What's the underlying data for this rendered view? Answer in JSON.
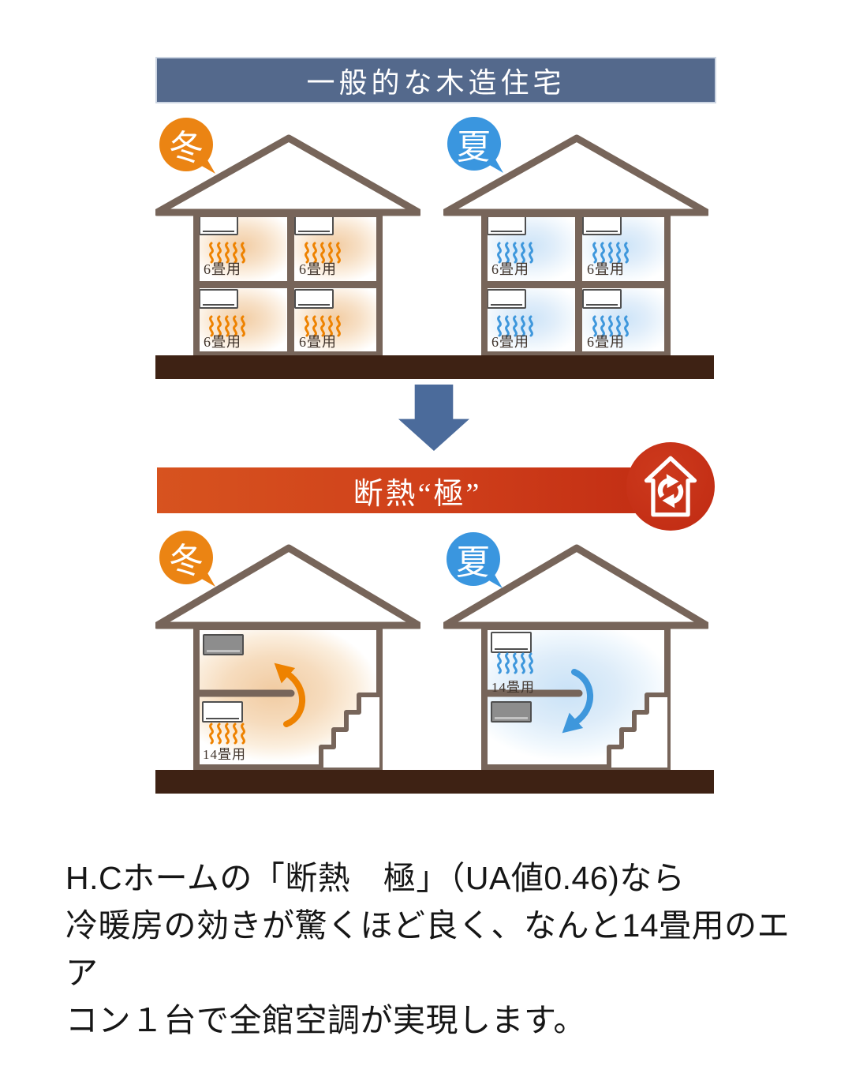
{
  "header_banner": {
    "title": "一般的な木造住宅"
  },
  "kiwami_banner": {
    "title": "断熱“極”"
  },
  "badges": {
    "winter": "冬",
    "summer": "夏"
  },
  "conventional": {
    "winter_rooms": [
      {
        "label": "6畳用"
      },
      {
        "label": "6畳用"
      },
      {
        "label": "6畳用"
      },
      {
        "label": "6畳用"
      }
    ],
    "summer_rooms": [
      {
        "label": "6畳用"
      },
      {
        "label": "6畳用"
      },
      {
        "label": "6畳用"
      },
      {
        "label": "6畳用"
      }
    ]
  },
  "kiwami": {
    "winter_ac_label": "14畳用",
    "summer_ac_label": "14畳用"
  },
  "caption": {
    "lines": [
      "H.Cホームの「断熱　極」（UA値0.46)なら",
      "冷暖房の効きが驚くほど良く、なんと14畳用のエア",
      "コン１台で全館空調が実現します。"
    ]
  },
  "icons": {
    "down_arrow": "transition-down-arrow",
    "circulation": "air-circulation-house",
    "heat_waves": "heat-airflow",
    "cool_waves": "cool-airflow"
  },
  "colors": {
    "header_banner_bg": "#54698c",
    "kiwami_banner_left": "#d7531f",
    "kiwami_banner_right": "#c12c13",
    "winter_badge": "#eb8413",
    "summer_badge": "#3a96df",
    "heat_accent": "#ee8200",
    "cool_accent": "#3e97dc",
    "house_frame": "#77655a",
    "ground": "#3e2214",
    "transition_arrow": "#4b6b9b"
  }
}
